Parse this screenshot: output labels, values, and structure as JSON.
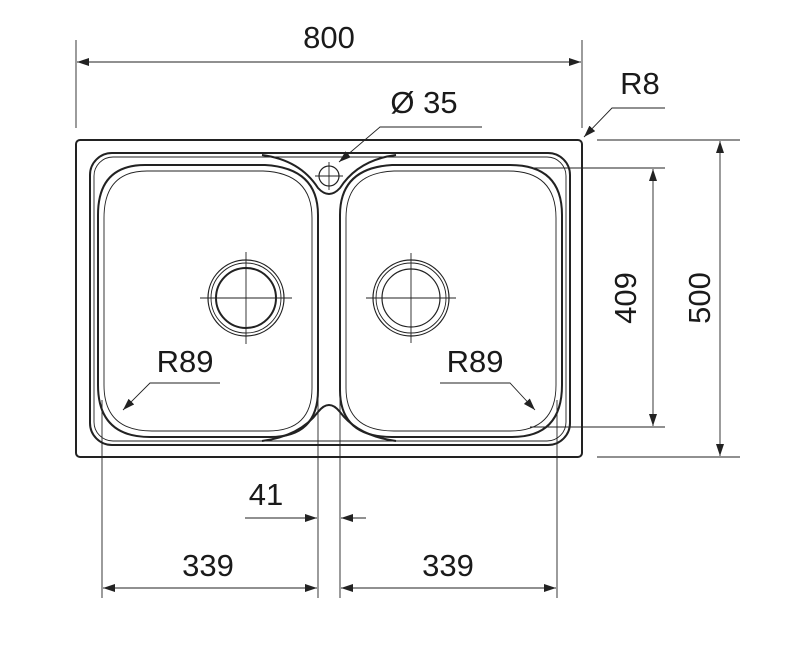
{
  "drawing": {
    "overall_width": "800",
    "overall_depth": "500",
    "bowl_depth": "409",
    "tap_hole": "Ø 35",
    "corner_radius": "R8",
    "bowl_radius_left": "R89",
    "bowl_radius_right": "R89",
    "divider_width": "41",
    "bowl_width_left": "339",
    "bowl_width_right": "339"
  }
}
